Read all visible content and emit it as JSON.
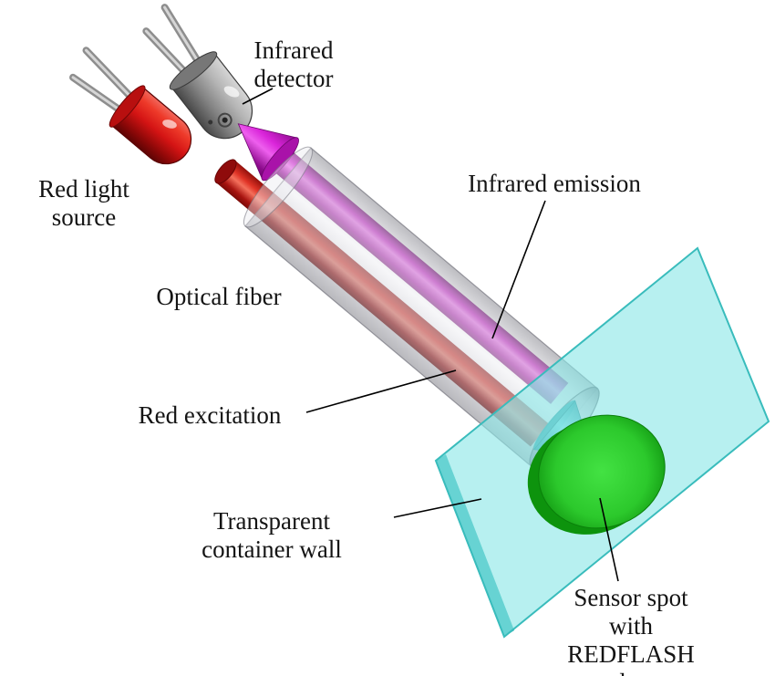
{
  "figure": {
    "type": "scientific-diagram",
    "subject": "Optical fiber oxygen sensor with REDFLASH dye read-out through a transparent container wall"
  },
  "diagram": {
    "labels": {
      "infrared_detector": "Infrared\ndetector",
      "red_light_source": "Red light\nsource",
      "optical_fiber": "Optical fiber",
      "infrared_emission": "Infrared emission",
      "red_excitation": "Red excitation",
      "container_wall": "Transparent\ncontainer wall",
      "sensor_spot": "Sensor spot with\nREDFLASH dye"
    },
    "colors": {
      "red_light_source": "#d41414",
      "infrared_detector_body": "#8a8a8a",
      "optical_fiber": "#d9d9de",
      "red_excitation_beam": "#cf2a1e",
      "infrared_emission_beam": "#cf1ecf",
      "output_arrow": "#5ed3d8",
      "container_wall": "#8ae6e6",
      "sensor_spot": "#2cc92c",
      "leader_line": "#000000"
    }
  }
}
